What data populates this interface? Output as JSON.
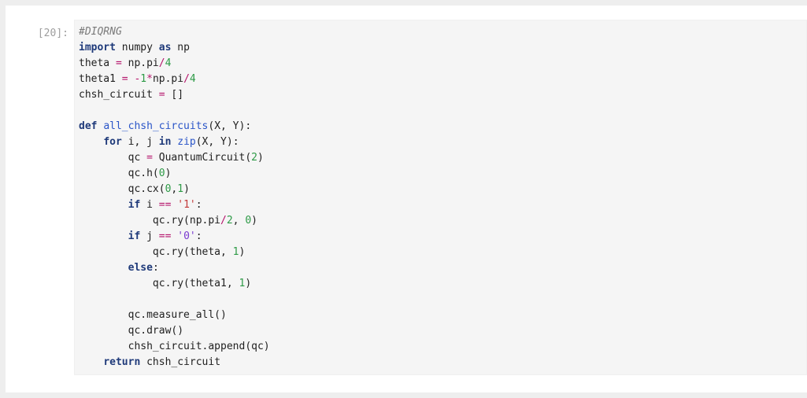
{
  "cell": {
    "prompt": "[20]:",
    "lines": [
      [
        {
          "t": "#DIQRNG",
          "c": "cm"
        }
      ],
      [
        {
          "t": "import",
          "c": "kw"
        },
        {
          "t": " numpy ",
          "c": ""
        },
        {
          "t": "as",
          "c": "kw"
        },
        {
          "t": " np",
          "c": ""
        }
      ],
      [
        {
          "t": "theta ",
          "c": ""
        },
        {
          "t": "=",
          "c": "op"
        },
        {
          "t": " np.pi",
          "c": ""
        },
        {
          "t": "/",
          "c": "op"
        },
        {
          "t": "4",
          "c": "num"
        }
      ],
      [
        {
          "t": "theta1 ",
          "c": ""
        },
        {
          "t": "=",
          "c": "op"
        },
        {
          "t": " ",
          "c": ""
        },
        {
          "t": "-",
          "c": "op"
        },
        {
          "t": "1",
          "c": "num"
        },
        {
          "t": "*",
          "c": "op"
        },
        {
          "t": "np.pi",
          "c": ""
        },
        {
          "t": "/",
          "c": "op"
        },
        {
          "t": "4",
          "c": "num"
        }
      ],
      [
        {
          "t": "chsh_circuit ",
          "c": ""
        },
        {
          "t": "=",
          "c": "op"
        },
        {
          "t": " []",
          "c": ""
        }
      ],
      [],
      [
        {
          "t": "def",
          "c": "kw"
        },
        {
          "t": " ",
          "c": ""
        },
        {
          "t": "all_chsh_circuits",
          "c": "nf"
        },
        {
          "t": "(X, Y):",
          "c": ""
        }
      ],
      [
        {
          "t": "    ",
          "c": ""
        },
        {
          "t": "for",
          "c": "kw"
        },
        {
          "t": " i, j ",
          "c": ""
        },
        {
          "t": "in",
          "c": "kw"
        },
        {
          "t": " ",
          "c": ""
        },
        {
          "t": "zip",
          "c": "nb"
        },
        {
          "t": "(X, Y):",
          "c": ""
        }
      ],
      [
        {
          "t": "        qc ",
          "c": ""
        },
        {
          "t": "=",
          "c": "op"
        },
        {
          "t": " QuantumCircuit(",
          "c": ""
        },
        {
          "t": "2",
          "c": "num"
        },
        {
          "t": ")",
          "c": ""
        }
      ],
      [
        {
          "t": "        qc.h(",
          "c": ""
        },
        {
          "t": "0",
          "c": "num"
        },
        {
          "t": ")",
          "c": ""
        }
      ],
      [
        {
          "t": "        qc.cx(",
          "c": ""
        },
        {
          "t": "0",
          "c": "num"
        },
        {
          "t": ",",
          "c": ""
        },
        {
          "t": "1",
          "c": "num"
        },
        {
          "t": ")",
          "c": ""
        }
      ],
      [
        {
          "t": "        ",
          "c": ""
        },
        {
          "t": "if",
          "c": "kw"
        },
        {
          "t": " i ",
          "c": ""
        },
        {
          "t": "==",
          "c": "op"
        },
        {
          "t": " ",
          "c": ""
        },
        {
          "t": "'1'",
          "c": "str"
        },
        {
          "t": ":",
          "c": ""
        }
      ],
      [
        {
          "t": "            qc.ry(np.pi",
          "c": ""
        },
        {
          "t": "/",
          "c": "op"
        },
        {
          "t": "2",
          "c": "num"
        },
        {
          "t": ", ",
          "c": ""
        },
        {
          "t": "0",
          "c": "num"
        },
        {
          "t": ")",
          "c": ""
        }
      ],
      [
        {
          "t": "        ",
          "c": ""
        },
        {
          "t": "if",
          "c": "kw"
        },
        {
          "t": " j ",
          "c": ""
        },
        {
          "t": "==",
          "c": "op"
        },
        {
          "t": " ",
          "c": ""
        },
        {
          "t": "'0'",
          "c": "str purple"
        },
        {
          "t": ":",
          "c": ""
        }
      ],
      [
        {
          "t": "            qc.ry(theta, ",
          "c": ""
        },
        {
          "t": "1",
          "c": "num"
        },
        {
          "t": ")",
          "c": ""
        }
      ],
      [
        {
          "t": "        ",
          "c": ""
        },
        {
          "t": "else",
          "c": "kw"
        },
        {
          "t": ":",
          "c": ""
        }
      ],
      [
        {
          "t": "            qc.ry(theta1, ",
          "c": ""
        },
        {
          "t": "1",
          "c": "num"
        },
        {
          "t": ")",
          "c": ""
        }
      ],
      [],
      [
        {
          "t": "        qc.measure_all()",
          "c": ""
        }
      ],
      [
        {
          "t": "        qc.draw()",
          "c": ""
        }
      ],
      [
        {
          "t": "        chsh_circuit.append(qc)",
          "c": ""
        }
      ],
      [
        {
          "t": "    ",
          "c": ""
        },
        {
          "t": "return",
          "c": "kw"
        },
        {
          "t": " chsh_circuit",
          "c": ""
        }
      ]
    ]
  }
}
